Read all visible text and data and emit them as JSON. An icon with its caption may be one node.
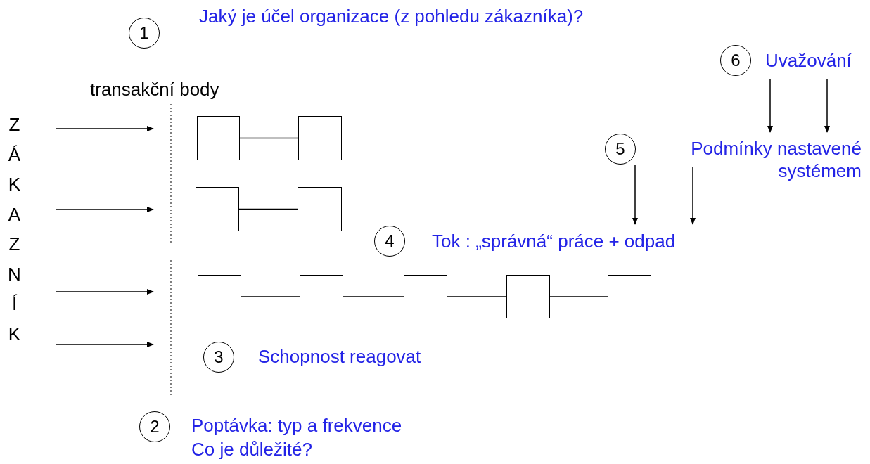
{
  "diagram": {
    "nodes": [
      {
        "text": [
          "ZÁKAZNÍK"
        ]
      },
      {
        "text": [
          "1"
        ],
        "beside": [
          "Jaký je účel organizace (z pohledu zákazníka)?"
        ]
      },
      {
        "text": [
          "2"
        ],
        "beside": [
          "Poptávka: typ a frekvence",
          "Co je důležité?"
        ]
      },
      {
        "text": [
          "3"
        ],
        "beside": [
          "Schopnost reagovat"
        ]
      },
      {
        "text": [
          "4"
        ]
      },
      {
        "text": [
          "Tok : „správná“ práce + odpad"
        ]
      },
      {
        "text": [
          "5"
        ]
      },
      {
        "text": [
          "Podmínky nastavené systémem"
        ]
      },
      {
        "text": [
          "6"
        ]
      },
      {
        "text": [
          "Uvažování"
        ]
      },
      {
        "text": [],
        "shape": "box"
      },
      {
        "text": [],
        "shape": "box"
      },
      {
        "text": [],
        "shape": "box"
      },
      {
        "text": [],
        "shape": "box"
      },
      {
        "text": [],
        "shape": "box"
      },
      {
        "text": [],
        "shape": "box"
      },
      {
        "text": [],
        "shape": "box"
      },
      {
        "text": [],
        "shape": "box"
      },
      {
        "text": [],
        "shape": "box"
      }
    ],
    "edges": [
      {
        "from": 0,
        "to": null,
        "arrow": "to"
      },
      {
        "from": 0,
        "to": null,
        "arrow": "to"
      },
      {
        "from": 0,
        "to": null,
        "arrow": "to"
      },
      {
        "from": 0,
        "to": null,
        "arrow": "to"
      },
      {
        "from": 10,
        "to": 11,
        "arrow": "none"
      },
      {
        "from": 12,
        "to": 13,
        "arrow": "none"
      },
      {
        "from": 14,
        "to": 15,
        "arrow": "none"
      },
      {
        "from": 15,
        "to": 16,
        "arrow": "none"
      },
      {
        "from": 16,
        "to": 17,
        "arrow": "none"
      },
      {
        "from": 17,
        "to": 18,
        "arrow": "none"
      },
      {
        "from": 9,
        "to": 7,
        "arrow": "to"
      },
      {
        "from": 9,
        "to": 7,
        "arrow": "to"
      },
      {
        "from": 6,
        "to": 5,
        "arrow": "to"
      },
      {
        "from": 7,
        "to": 5,
        "arrow": "to"
      }
    ],
    "labels": [
      "transakční body"
    ]
  }
}
